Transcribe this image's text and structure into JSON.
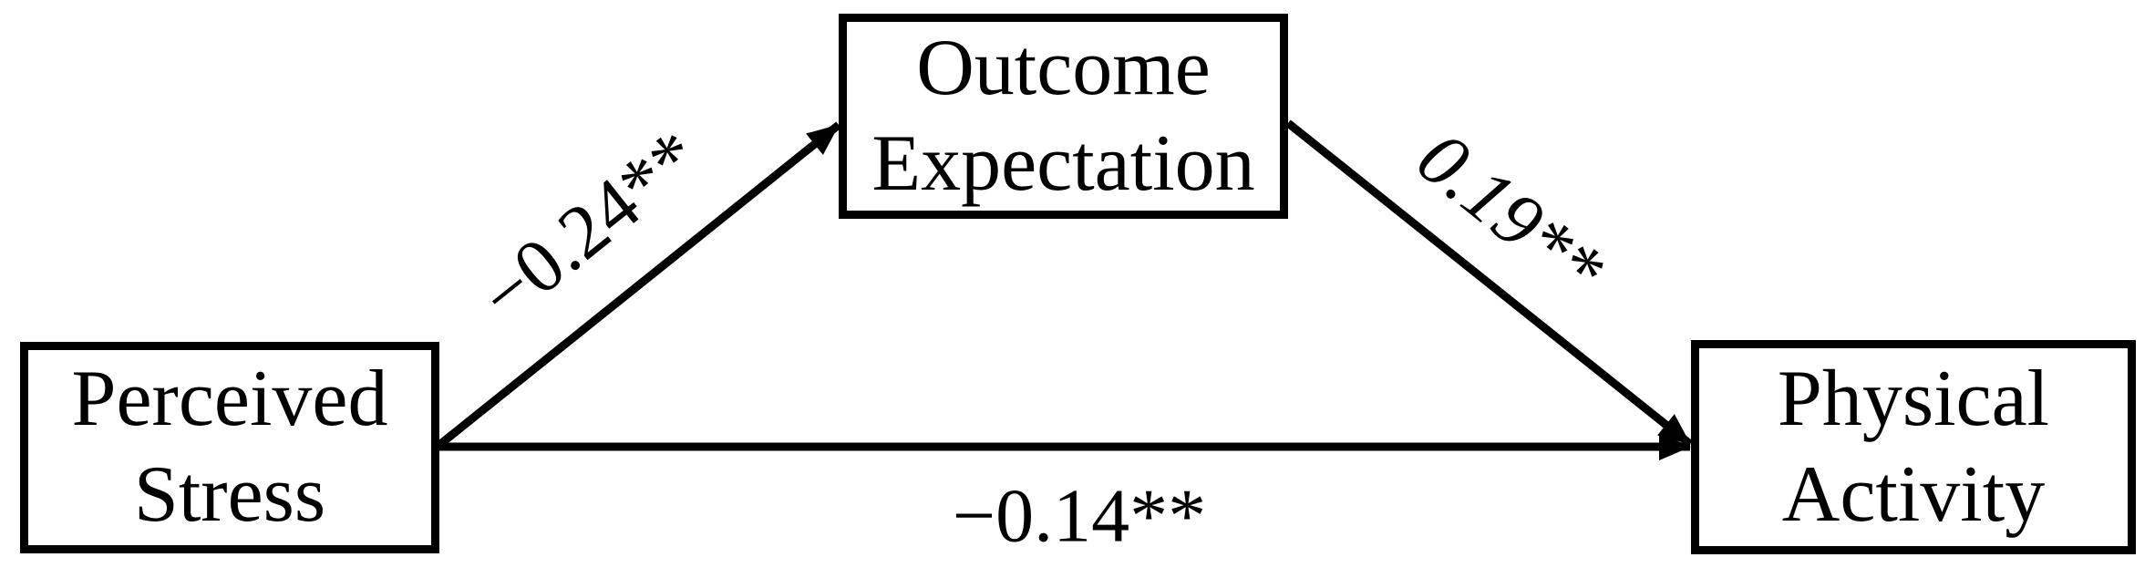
{
  "figure": {
    "type": "mediation-path-diagram",
    "nodes": {
      "predictor": {
        "line1": "Perceived",
        "line2": "Stress"
      },
      "mediator": {
        "line1": "Outcome",
        "line2": "Expectation"
      },
      "outcome": {
        "line1": "Physical",
        "line2": "Activity"
      }
    },
    "paths": {
      "a": {
        "from": "Perceived Stress",
        "to": "Outcome Expectation",
        "coefficient": "−0.24**"
      },
      "b": {
        "from": "Outcome Expectation",
        "to": "Physical Activity",
        "coefficient": "0.19**"
      },
      "c_prime": {
        "from": "Perceived Stress",
        "to": "Physical Activity",
        "coefficient": "−0.14**"
      }
    },
    "colors": {
      "line": "#000000",
      "text": "#000000",
      "background": "#ffffff"
    }
  }
}
